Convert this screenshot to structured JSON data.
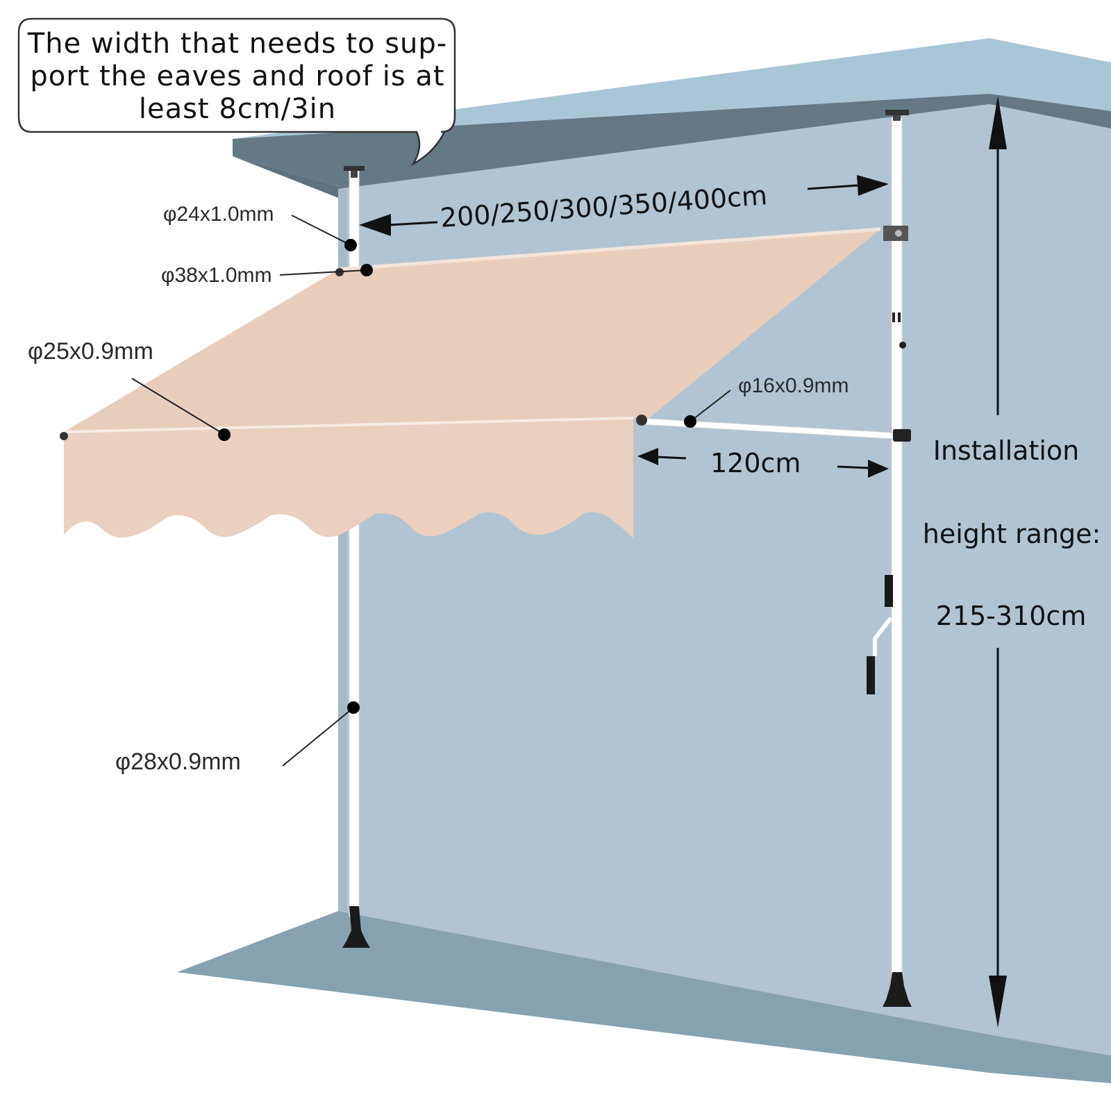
{
  "callout": {
    "lines": [
      "The width that needs to sup-",
      "port the eaves and roof is at",
      "least 8cm/3in"
    ]
  },
  "specs": {
    "top_pole": "φ24x1.0mm",
    "roller_tube": "φ38x1.0mm",
    "front_bar": "φ25x0.9mm",
    "arm": "φ16x0.9mm",
    "main_pole": "φ28x0.9mm"
  },
  "dimensions": {
    "width": "200/250/300/350/400cm",
    "projection": "120cm"
  },
  "height": {
    "line1": "Installation",
    "line2": "height range:",
    "line3": "215-310cm"
  },
  "colors": {
    "ceiling_top": "#a9c6d6",
    "ceiling_front": "#647983",
    "wall": "#b2c4d1",
    "floor": "#86a2b1",
    "canopy": "#e9cdbb",
    "valance": "#ebcfbf",
    "pole": "#ffffff",
    "marker": "#000000"
  }
}
